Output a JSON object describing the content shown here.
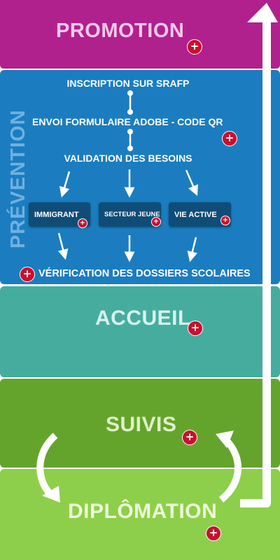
{
  "sections": {
    "promotion": "PROMOTION",
    "prevention": "PRÉVENTION",
    "accueil": "ACCUEIL",
    "suivis": "SUIVIS",
    "diplomation": "DIPLÔMATION"
  },
  "prevention_steps": {
    "inscription": "INSCRIPTION SUR SRAFP",
    "envoi": "ENVOI FORMULAIRE ADOBE - CODE QR",
    "validation": "VALIDATION DES BESOINS",
    "verification": "VÉRIFICATION DES DOSSIERS SCOLAIRES"
  },
  "boxes": {
    "immigrant": "IMMIGRANT",
    "secteur_jeune": "SECTEUR JEUNE",
    "vie_active": "VIE ACTIVE"
  },
  "expand_symbol": "+",
  "colors": {
    "promotion": "#b0218e",
    "prevention": "#1b7dbf",
    "accueil": "#46ad9e",
    "suivis": "#65a42c",
    "diplomation": "#8dcf4a",
    "expand_button": "#c8102e"
  }
}
